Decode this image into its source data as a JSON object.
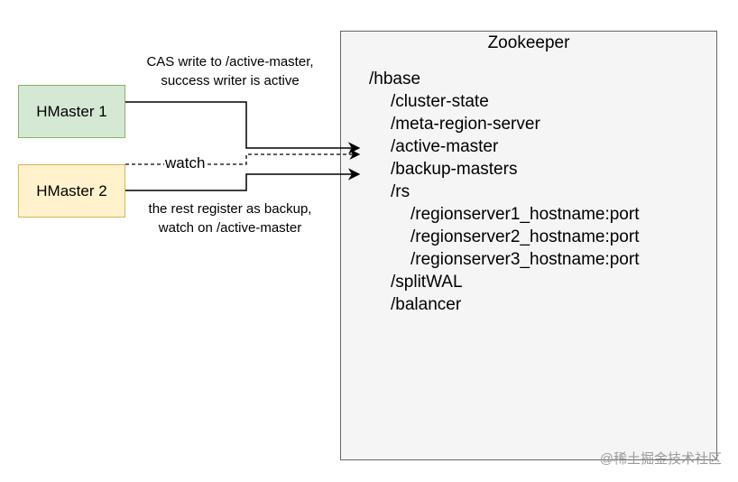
{
  "nodes": {
    "hmaster1": "HMaster 1",
    "hmaster2": "HMaster 2",
    "zookeeper": "Zookeeper"
  },
  "edges": {
    "top_label_line1": "CAS write to /active-master,",
    "top_label_line2": "success writer is active",
    "bottom_label_line1": "the rest register as backup,",
    "bottom_label_line2": "watch on /active-master",
    "watch_label": "watch"
  },
  "zookeeper_tree": [
    {
      "text": "/hbase",
      "level": 0
    },
    {
      "text": "/cluster-state",
      "level": 1
    },
    {
      "text": "/meta-region-server",
      "level": 1
    },
    {
      "text": "/active-master",
      "level": 1
    },
    {
      "text": "/backup-masters",
      "level": 1
    },
    {
      "text": "/rs",
      "level": 1
    },
    {
      "text": "/regionserver1_hostname:port",
      "level": 2
    },
    {
      "text": "/regionserver2_hostname:port",
      "level": 2
    },
    {
      "text": "/regionserver3_hostname:port",
      "level": 2
    },
    {
      "text": "/splitWAL",
      "level": 1
    },
    {
      "text": "/balancer",
      "level": 1
    }
  ],
  "watermark": "@稀土掘金技术社区",
  "colors": {
    "hmaster1_fill": "#d5e8d4",
    "hmaster1_stroke": "#82b366",
    "hmaster2_fill": "#fff2cc",
    "hmaster2_stroke": "#d6b656",
    "zookeeper_fill": "#f5f5f5",
    "zookeeper_stroke": "#666666"
  }
}
